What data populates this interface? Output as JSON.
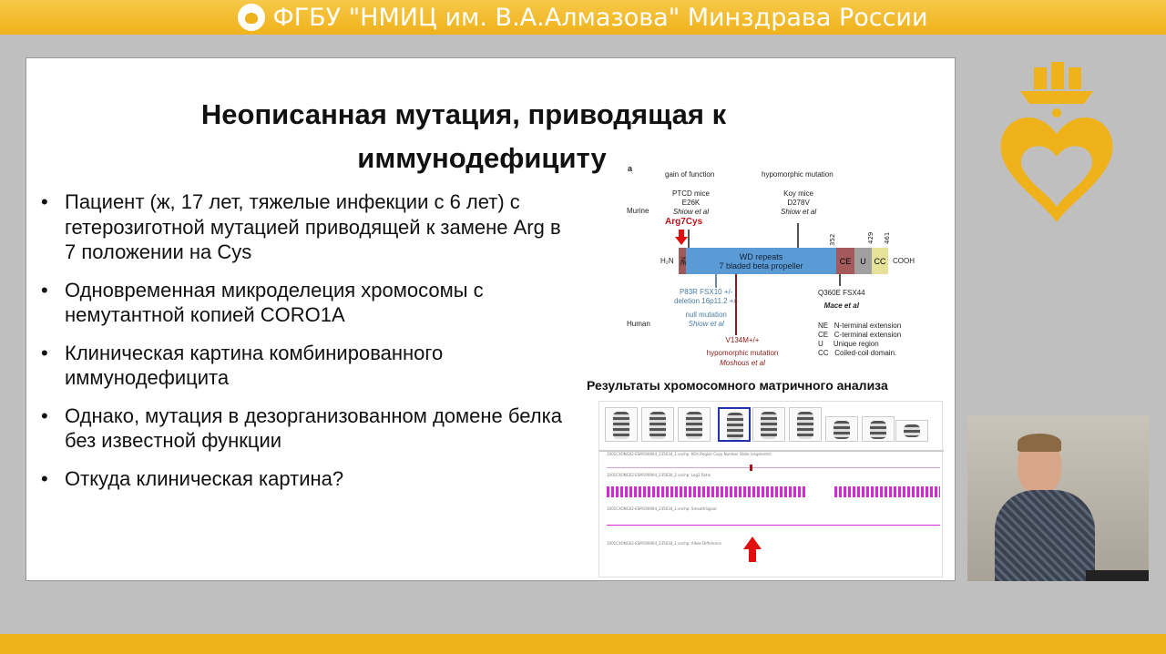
{
  "banner": {
    "title": "ФГБУ \"НМИЦ им. В.А.Алмазова\" Минздрава России"
  },
  "slide": {
    "title_line1": "Неописанная мутация, приводящая к",
    "title_line2": "иммунодефициту",
    "bullets": [
      "Пациент (ж, 17 лет, тяжелые инфекции с 6 лет) с гетерозиготной мутацией приводящей к замене Arg в 7 положении на Cys",
      "Одновременная микроделеция хромосомы с немутантной копией CORO1A",
      "Клиническая картина комбинированного иммунодефицита",
      "Однако, мутация в дезорганизованном домене белка без известной функции",
      "Откуда клиническая картина?"
    ],
    "figure": {
      "panel": "a",
      "murine": "Murine",
      "human": "Human",
      "gof": "gain of function",
      "hypo": "hypomorphic mutation",
      "ptcd1": "PTCD mice",
      "ptcd2": "E26K",
      "ptcd3": "Shiow et al",
      "koy1": "Koy mice",
      "koy2": "D278V",
      "koy3": "Shiow et al",
      "arg": "Arg7Cys",
      "h2n": "H₂N",
      "ne": "NE",
      "wd1": "WD repeats",
      "wd2": "7 bladed beta propeller",
      "ce": "CE",
      "u": "U",
      "cc": "CC",
      "cooh": "COOH",
      "t352": "352",
      "t429": "429",
      "t461": "461",
      "p83r": "P83R FSX10 +/-",
      "del": "deletion 16p11.2 +/-",
      "null": "null mutation",
      "shiow": "Shiow et al",
      "v134m": "V134M+/+",
      "hypo2": "hypomorphic mutation",
      "moshous": "Moshous et al",
      "q360": "Q360E FSX44",
      "mace": "Mace et al",
      "legend": [
        "NE   N-terminal extension",
        "CE   C-terminal extension",
        "U     Unique region",
        "CC   Coiled-coil domain."
      ]
    },
    "chromo_title": "Результаты хромосомного матричного анализа",
    "tracks": [
      "1001CXONG02-ESM190904_235634_2.vnchp: KOh Region Copy Number State (segments)",
      "1001CXONG02-ESM190904_235634_2.vnchp: Log2 Ratio",
      "1001CXONG02-ESM190904_235634_2.vnchp: SmoothSignal",
      "1001CXONG02-ESM190904_235634_2.vnchp: Allele Difference"
    ]
  },
  "colors": {
    "gold": "#efb21a",
    "wd": "#5b9bd5",
    "ce": "#a45a5a",
    "u": "#a0a0a0",
    "cc": "#e6e29a",
    "signal": "#d42ad4",
    "arrow": "#e01010"
  }
}
